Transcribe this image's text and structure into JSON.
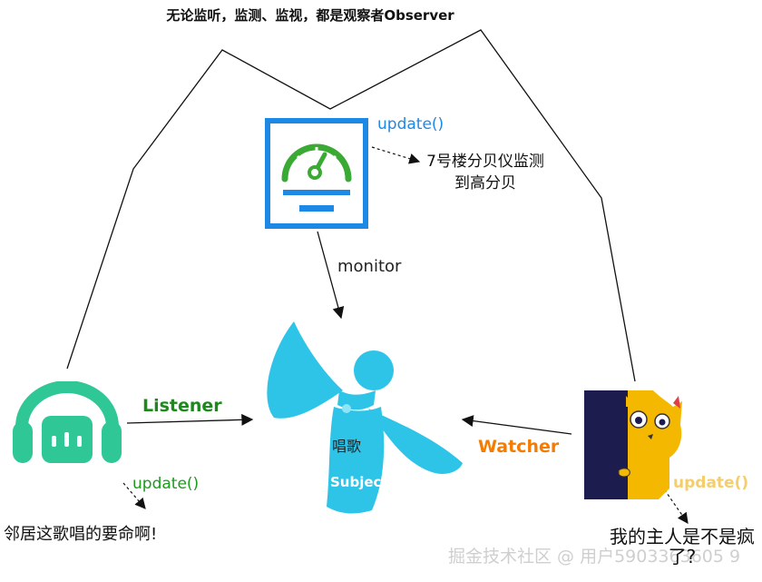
{
  "title": "无论监听，监测、监视，都是观察者Observer",
  "meter": {
    "update_label": "update()",
    "note": "7号楼分贝仪监测到高分贝",
    "edge_label": "monitor"
  },
  "listener": {
    "edge_label": "Listener",
    "update_label": "update()",
    "note": "邻居这歌唱的要命啊!"
  },
  "watcher": {
    "edge_label": "Watcher",
    "update_label": "update()",
    "note": "我的主人是不是疯了?"
  },
  "subject": {
    "caption": "唱歌",
    "label": "Subject"
  },
  "watermark": "掘金技术社区 @ 用户5903363605 9",
  "colors": {
    "meter_blue": "#1e88e5",
    "gauge_green": "#3aaa35",
    "headphone_green": "#2ec795",
    "subject_cyan": "#2ec4e8",
    "listener_green": "#1b8a1b",
    "watcher_orange": "#f57c00",
    "cat_yellow": "#f5b800",
    "door_navy": "#1c1c4f"
  }
}
